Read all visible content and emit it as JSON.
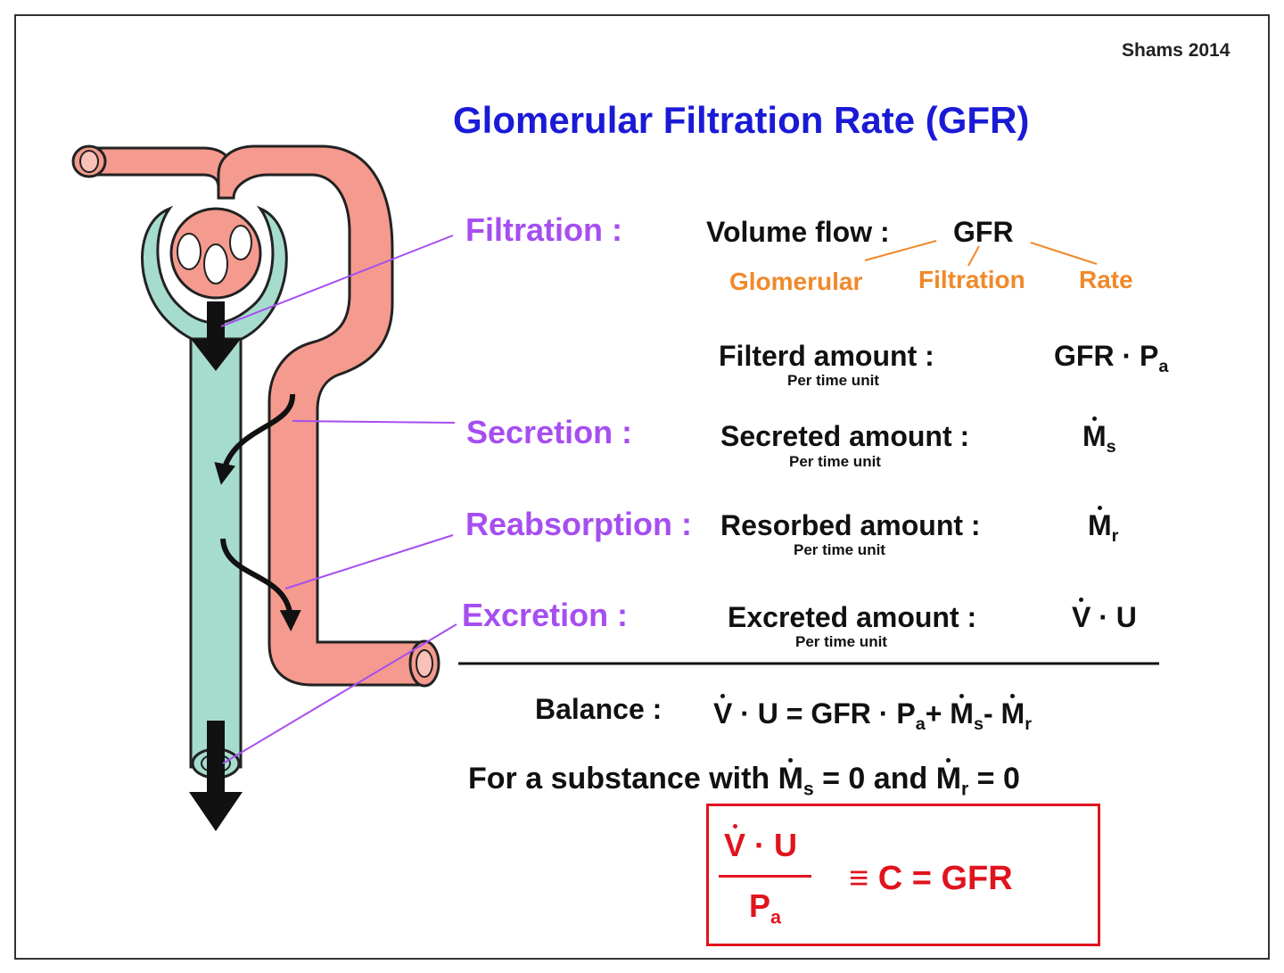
{
  "credit": "Shams 2014",
  "title": "Glomerular Filtration Rate (GFR)",
  "colors": {
    "title": "#1a1ad6",
    "process": "#a64ef0",
    "acronym": "#f0892a",
    "tubule": "#a6dccd",
    "vessel": "#f59a8e",
    "result": "#e0141e",
    "outline": "#222222"
  },
  "processes": {
    "filtration": "Filtration :",
    "secretion": "Secretion :",
    "reabsorption": "Reabsorption :",
    "excretion": "Excretion :"
  },
  "volume_flow": {
    "label": "Volume flow :",
    "acronym": "GFR",
    "expansion": [
      "Glomerular",
      "Filtration",
      "Rate"
    ]
  },
  "amounts": {
    "per_time_unit": "Per time unit",
    "filtered": {
      "label": "Filterd amount :",
      "formula_main": "GFR · P",
      "formula_sub": "a"
    },
    "secreted": {
      "label": "Secreted amount :",
      "symbol": "M",
      "sub": "s"
    },
    "resorbed": {
      "label": "Resorbed amount :",
      "symbol": "M",
      "sub": "r"
    },
    "excreted": {
      "label": "Excreted amount :",
      "v": "V",
      "rest": " · U"
    }
  },
  "balance": {
    "label": "Balance :",
    "v": "V",
    "part1": " · U = GFR · P",
    "sub_a": "a",
    "plus": "+ ",
    "m": "M",
    "sub_s": "s",
    "minus": "- ",
    "sub_r": "r"
  },
  "substance": {
    "text1": "For a substance with ",
    "m": "M",
    "sub_s": "s",
    "mid": " = 0 and ",
    "sub_r": "r",
    "end": " = 0"
  },
  "clearance": {
    "num_v": "V",
    "num_rest": " · U",
    "den": "P",
    "den_sub": "a",
    "result": "≡  C  =  GFR"
  }
}
